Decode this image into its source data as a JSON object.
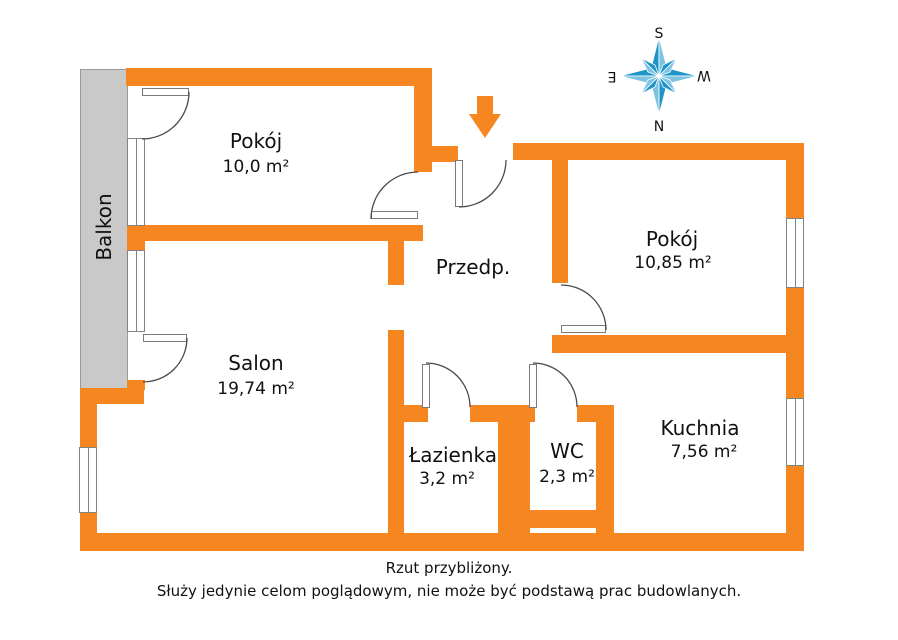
{
  "rooms": {
    "pokoj1": {
      "name": "Pokój",
      "area": "10,0 m²"
    },
    "pokoj2": {
      "name": "Pokój",
      "area": "10,85 m²"
    },
    "salon": {
      "name": "Salon",
      "area": "19,74 m²"
    },
    "przedpokoj": {
      "name": "Przedp."
    },
    "lazienka": {
      "name": "Łazienka",
      "area": "3,2 m²"
    },
    "wc": {
      "name": "WC",
      "area": "2,3 m²"
    },
    "kuchnia": {
      "name": "Kuchnia",
      "area": "7,56 m²"
    },
    "balkon": {
      "name": "Balkon"
    }
  },
  "compass": {
    "top": "S",
    "bottom": "N",
    "left": "E",
    "right": "W"
  },
  "footer": {
    "line1": "Rzut przybliżony.",
    "line2": "Służy jedynie celom poglądowym, nie może być podstawą prac budowlanych."
  },
  "colors": {
    "wall_orange": "#F6861F",
    "balcony_gray": "#C9C9C9",
    "compass_blue": "#1E94C8",
    "text": "#111111"
  }
}
